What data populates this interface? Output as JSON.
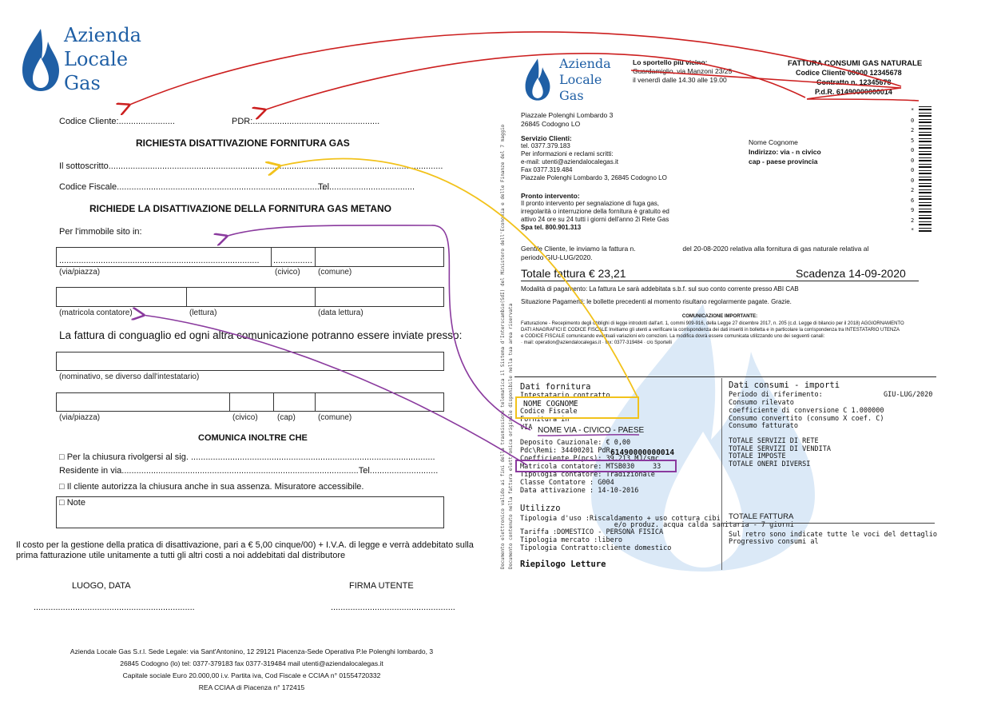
{
  "left": {
    "logo": {
      "line1": "Azienda",
      "line2": "Locale",
      "line3": "Gas"
    },
    "codice_cliente": "Codice Cliente:.......................",
    "pdr": "PDR:....................................................",
    "title1": "RICHIESTA DISATTIVAZIONE FORNITURA GAS",
    "sottoscritto": "Il sottoscritto.....................................................................................................................................................",
    "codice_fiscale": "Codice Fiscale.......................................................................................",
    "tel": "Tel...................................",
    "title2": "RICHIEDE LA DISATTIVAZIONE DELLA FORNITURA GAS METANO",
    "immobile": "Per l'immobile sito in:",
    "dots_via": "..................................................................................",
    "dots_civico": "...................",
    "dots_comune": "",
    "lab_via": "(via/piazza)",
    "lab_civico": "(civico)",
    "lab_comune": "(comune)",
    "lab_matricola": "(matricola contatore)",
    "lab_lettura": "(lettura)",
    "lab_data_lettura": "(data lettura)",
    "conguaglio": "La fattura di conguaglio ed ogni altra comunicazione potranno essere inviate presso:",
    "lab_nominativo": "(nominativo, se diverso dall'intestatario)",
    "lab_via2": "(via/piazza)",
    "lab_civico2": "(civico)",
    "lab_cap": "(cap)",
    "lab_comune2": "(comune)",
    "title3": "COMUNICA INOLTRE CHE",
    "chiusura": "□ Per la chiusura rivolgersi al sig. .....................................................................................................",
    "residente": "Residente in via.................................................................................................Tel..................................................",
    "autorizza": "□ Il cliente autorizza la chiusura anche in sua assenza. Misuratore accessibile.",
    "note": "□ Note",
    "costo1": "Il costo per la gestione della pratica di disattivazione, pari a € 5,00 cinque/00) + I.V.A. di legge e verrà addebitato sulla",
    "costo2": "prima fatturazione utile unitamente a tutti gli altri costi a noi addebitati dal distributore",
    "luogo": "LUOGO, DATA",
    "firma": "FIRMA UTENTE",
    "dots_luogo": "..................................................................",
    "dots_firma": "...................................................",
    "footer1": "Azienda Locale Gas S.r.l. Sede Legale: via Sant'Antonino, 12 29121 Piacenza-Sede Operativa P.le Polenghi lombardo, 3",
    "footer2": "26845 Codogno (lo) tel: 0377-379183 fax 0377-319484 mail utenti@aziendalocalegas.it",
    "footer3": "Capitale sociale Euro 20.000,00 i.v. Partita iva, Cod Fiscale e CCIAA n° 01554720332",
    "footer4": "REA CCIAA di Piacenza n° 172415"
  },
  "right": {
    "logo": {
      "line1": "Azienda",
      "line2": "Locale",
      "line3": "Gas"
    },
    "sportello1": "Lo sportello più vicino:",
    "sportello2": "Guardamiglio, via Manzoni 23/25",
    "sportello3": "il venerdì dalle 14.30 alle 19.00",
    "fattura_title": "FATTURA CONSUMI GAS NATURALE",
    "codice_cliente": "Codice Cliente 00000 12345678",
    "contratto": "Contratto n. 12345678",
    "pdr": "P.d.R. 61490000000014",
    "addr1": "Piazzale Polenghi Lombardo 3",
    "addr2": "26845 Codogno LO",
    "servizio_title": "Servizio Clienti:",
    "servizio1": "tel. 0377.379.183",
    "servizio2": "Per informazioni e reclami scritti:",
    "servizio3": "e-mail: utenti@aziendalocalegas.it",
    "servizio4": "Fax 0377.319.484",
    "servizio5": "Piazzale Polenghi Lombardo 3, 26845 Codogno LO",
    "cliente_nome": "Nome Cognome",
    "cliente_ind": "Indirizzo: via - n civico",
    "cliente_cap": "cap - paese provincia",
    "pronto_title": "Pronto intervento:",
    "pronto1": "Il pronto intervento per segnalazione di fuga gas,",
    "pronto2": "irregolarità o interruzione della fornitura è gratuito ed",
    "pronto3": "attivo 24 ore su 24 tutti i giorni dell'anno 2i Rete Gas",
    "pronto4": "Spa tel. 800.901.313",
    "barcode_digits": "* 0 2 5 0 0 0 0 2 6 9 2 *",
    "gentile1": "Gentile Cliente, le inviamo la fattura n.",
    "gentile2": "del 20-08-2020 relativa alla fornitura di gas naturale relativa al",
    "gentile3": "periodo GIU-LUG/2020.",
    "totale": "Totale fattura €    23,21",
    "scadenza": "Scadenza 14-09-2020",
    "modalita": "Modalità di pagamento: La fattura Le sarà addebitata s.b.f. sul suo conto corrente presso  ABI         CAB",
    "situazione": "Situazione Pagamenti: le bollette precedenti al momento risultano regolarmente pagate. Grazie.",
    "comunicazione_title": "COMUNICAZIONE IMPORTANTE:",
    "com1": "Fatturazione - Recepimento degli obblighi di legge introdotti dall'art. 1, commi 909-916, della Legge 27 dicembre 2017, n. 205 (c.d. Legge di bilancio per il 2018) AGGIORNAMENTO",
    "com2": "DATI ANAGRAFICI E CODICE FISCALE Invitiamo gli utenti a verificare la corrispondenza dei dati inseriti in bolletta e in particolare la corrispondenza tra INTESTATARIO UTENZA",
    "com3": "e CODICE FISCALE comunicando eventuali variazioni e/o correzioni. La modifica dovrà essere comunicata utilizzando uno dei seguenti canali:",
    "com4": "· mail: operation@aziendalocalegas.it       · fax: 0377-319484     · c/o Sportelli",
    "dati_fornitura": "Dati fornitura",
    "intestatario": "Intestatario contratto",
    "nome_cognome": "NOME COGNOME",
    "codice_fiscale": "Codice Fiscale",
    "fornitura_in": "Fornitura in",
    "via_label": "VIA",
    "via_value": "NOME VIA - CIVICO - PAESE",
    "deposito": "Deposito Cauzionale: € 0,00",
    "pdc": "Pdc\\Remi: 34400201 PdR:",
    "pdr_value": "61490000000014",
    "coeff": "Coefficiente P(pcs): 39.213 MJ/smc",
    "matricola": "Matricola contatore: MTSB030",
    "matricola_end": "33",
    "tipologia_cont": "Tipologia contatore: Tradizionale",
    "classe": "Classe Contatore    : G004",
    "data_att": "Data attivazione    : 14-10-2016",
    "utilizzo": "Utilizzo",
    "uso1": "Tipologia d'uso      :Riscaldamento + uso cottura cibi",
    "uso2": "                       e/o produz. acqua calda sanitaria - 7 giorni",
    "tariffa": "Tariffa              :DOMESTICO - PERSONA FISICA",
    "mercato": "Tipologia mercato    :libero",
    "contratto_tip": "Tipologia Contratto:cliente domestico",
    "riepilogo": "Riepilogo Letture",
    "dati_consumi": "Dati consumi - importi",
    "periodo": "Periodo di riferimento:",
    "periodo_val": "GIU-LUG/2020",
    "consumo_ril": "Consumo rilevato",
    "coeff_conv": "coefficiente di conversione C 1.000000",
    "consumo_conv": "Consumo convertito (consumo X coef. C)",
    "consumo_fatt": "Consumo fatturato",
    "tot_rete": "TOTALE SERVIZI DI RETE",
    "tot_vendita": "TOTALE SERVIZI DI VENDITA",
    "tot_imposte": "TOTALE IMPOSTE",
    "tot_oneri": "TOTALE ONERI DIVERSI",
    "totale_fattura": "TOTALE FATTURA",
    "retro": "Sul retro sono indicate tutte le voci del dettaglio",
    "progressivo": "Progressivo consumi al",
    "vertical_text": "Documento elettronico valido ai fini della trasmissione telematica il Sistema d'Interscambio(SdI) del Ministero dell'Economia e delle Finanze del 7 maggio",
    "vertical_text2": "Documento contenuto nella fattura elettronica originale disponibile nella tua area riservata"
  },
  "colors": {
    "logo_blue": "#1f5fa5",
    "arrow_red": "#cc1f1f",
    "arrow_yellow": "#f2c21b",
    "arrow_purple": "#8a3a9e",
    "watermark": "#dbe9f7"
  }
}
